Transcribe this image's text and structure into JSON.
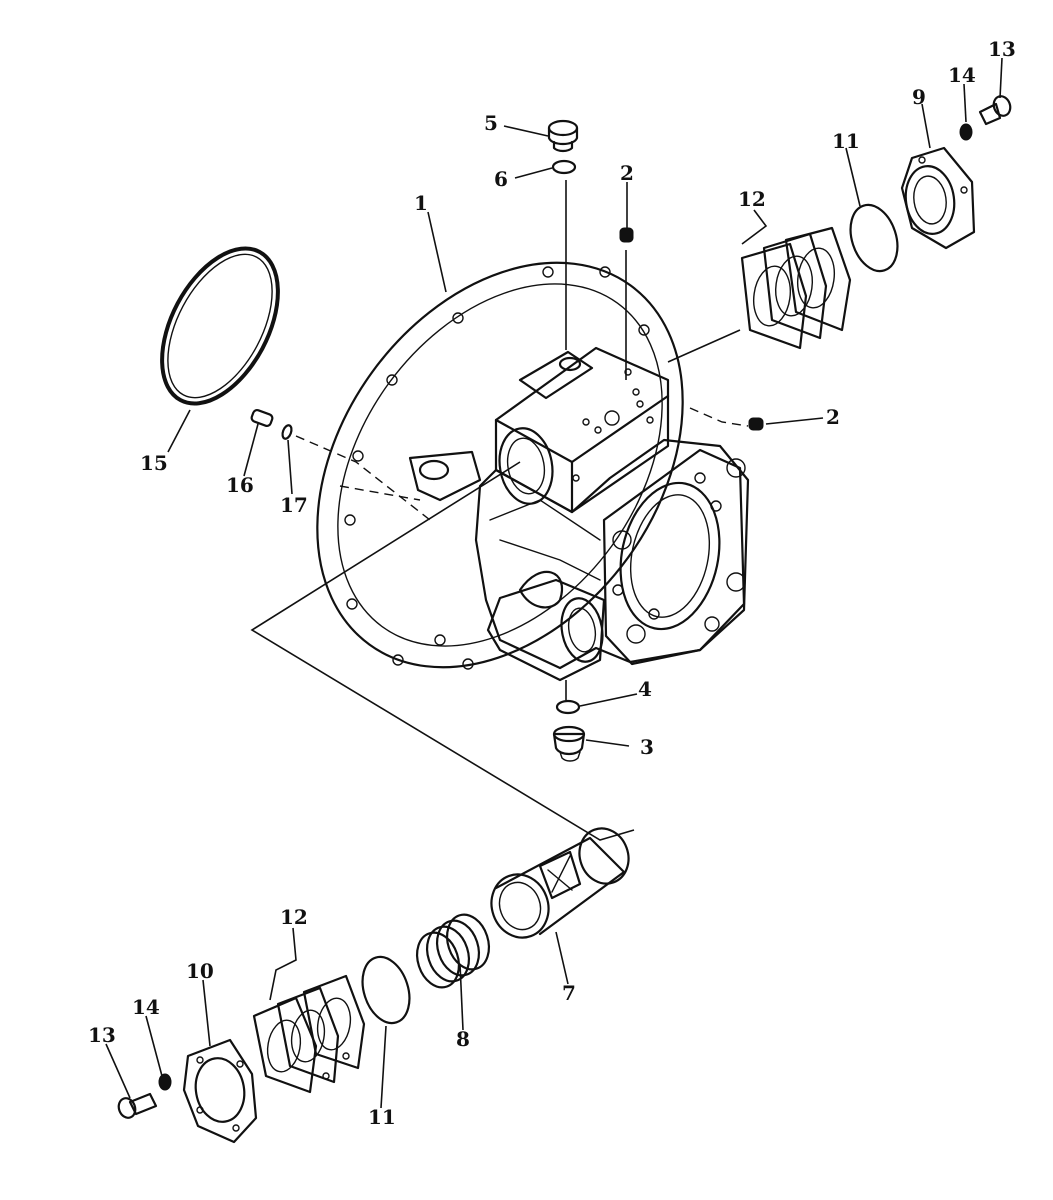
{
  "labels": {
    "housing": "1",
    "plug_top_right": "2",
    "plug_right": "2",
    "drain_plug": "3",
    "drain_oring": "4",
    "top_plug": "5",
    "top_oring": "6",
    "sleeve": "7",
    "spring": "8",
    "cover_upper": "9",
    "cover_lower": "10",
    "seal_ring_upper": "11",
    "seal_ring_lower": "11",
    "shims_upper": "12",
    "shims_lower": "12",
    "bolt_upper": "13",
    "bolt_lower": "13",
    "washer_upper": "14",
    "washer_lower": "14",
    "large_oring": "15",
    "dowel_pin": "16",
    "small_oring": "17"
  },
  "colors": {
    "ink": "#111111",
    "paper": "#ffffff"
  }
}
